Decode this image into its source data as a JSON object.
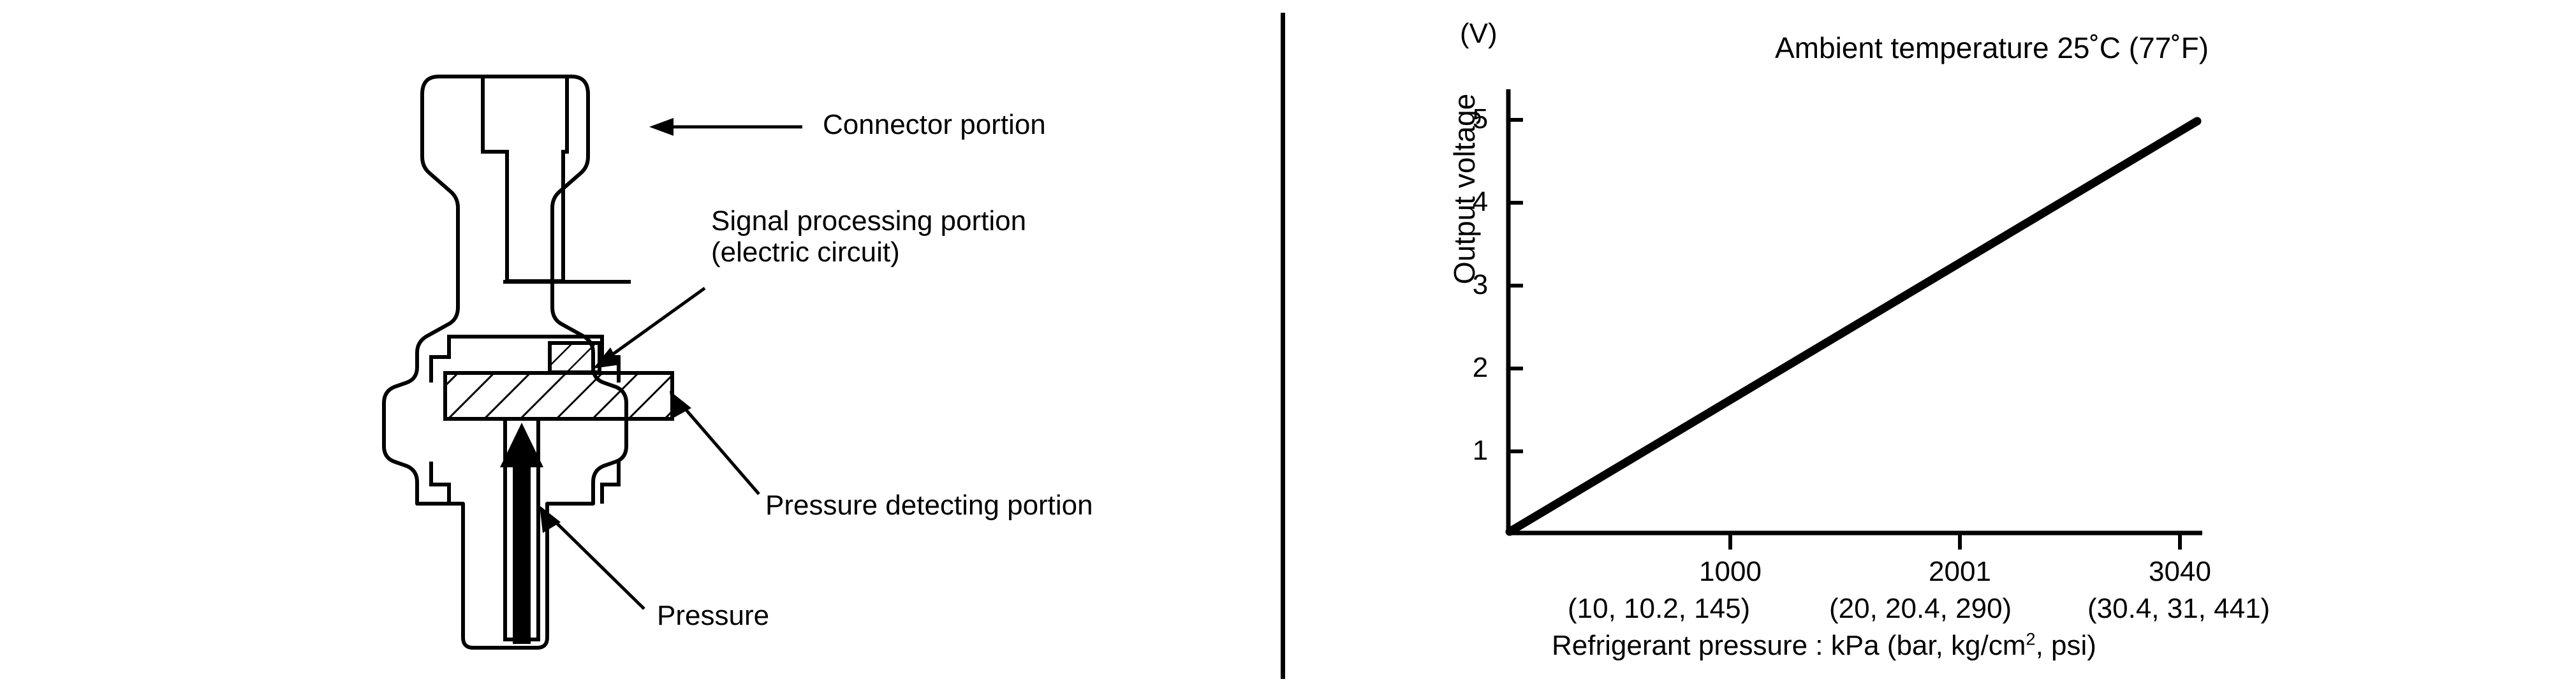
{
  "figure": {
    "left_diagram": {
      "name": "refrigerant-pressure-sensor-cross-section",
      "callouts": [
        {
          "id": "connector",
          "label": "Connector portion"
        },
        {
          "id": "signal-processing",
          "label_line1": "Signal processing portion",
          "label_line2": "(electric circuit)"
        },
        {
          "id": "pressure-detecting",
          "label": "Pressure detecting portion"
        },
        {
          "id": "pressure",
          "label": "Pressure"
        }
      ]
    }
  },
  "chart_data": {
    "type": "line",
    "title": "Ambient temperature 25˚C (77˚F)",
    "xlabel_prefix": "Refrigerant pressure : kPa (bar, kg/cm",
    "xlabel_sup": "2",
    "xlabel_suffix": ", psi)",
    "ylabel": "Output voltage",
    "yunit": "(V)",
    "x": [
      0,
      3040
    ],
    "y": [
      0,
      5
    ],
    "series": [
      {
        "name": "Output voltage vs refrigerant pressure",
        "points": [
          [
            0,
            0
          ],
          [
            3040,
            5
          ]
        ]
      }
    ],
    "xlim": [
      0,
      3300
    ],
    "ylim": [
      0,
      5.4
    ],
    "grid": false,
    "legend": "none",
    "yticks": [
      1,
      2,
      3,
      4,
      5
    ],
    "ytick_labels": [
      "1",
      "2",
      "3",
      "4",
      "5"
    ],
    "xticks": [
      1000,
      2001,
      3040
    ],
    "xtick_labels": [
      "1000",
      "2001",
      "3040"
    ],
    "xtick_sublabels": [
      "(10, 10.2, 145)",
      "(20, 20.4, 290)",
      "(30.4, 31, 441)"
    ],
    "xtick_sublabel_units": [
      "bar",
      "kg/cm2",
      "psi"
    ]
  },
  "colors": {
    "ink": "#000000",
    "background": "#ffffff"
  }
}
